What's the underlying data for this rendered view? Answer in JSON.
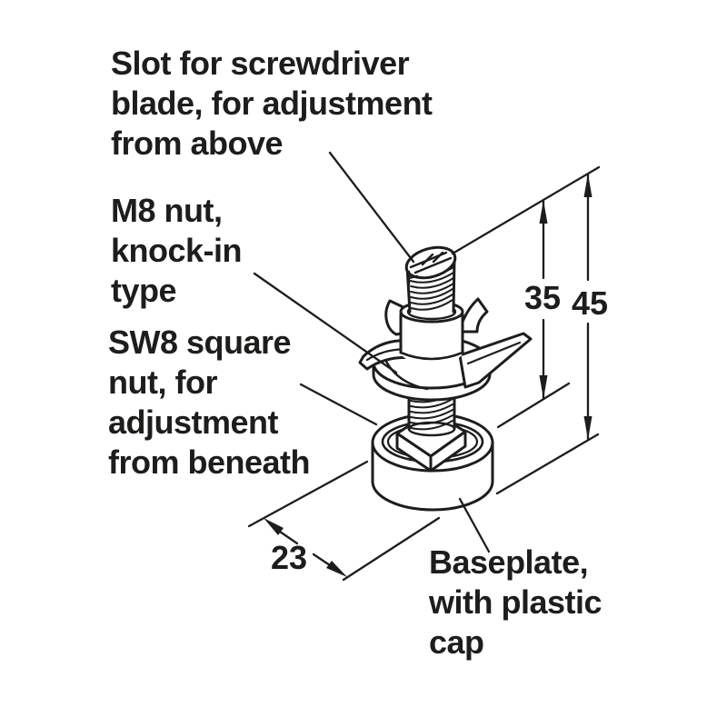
{
  "colors": {
    "ink": "#1d1d1b",
    "background": "#ffffff"
  },
  "labels": {
    "slot": {
      "line1": "Slot for screwdriver",
      "line2": "blade, for adjustment",
      "line3": "from above"
    },
    "m8_nut": {
      "line1": "M8 nut,",
      "line2": "knock-in",
      "line3": "type"
    },
    "sw8_nut": {
      "line1": "SW8 square",
      "line2": "nut, for",
      "line3": "adjustment",
      "line4": "from beneath"
    },
    "baseplate": {
      "line1": "Baseplate,",
      "line2": "with plastic",
      "line3": "cap"
    }
  },
  "dimensions": {
    "thread_length": "35",
    "overall_height": "45",
    "base_diameter": "23"
  }
}
